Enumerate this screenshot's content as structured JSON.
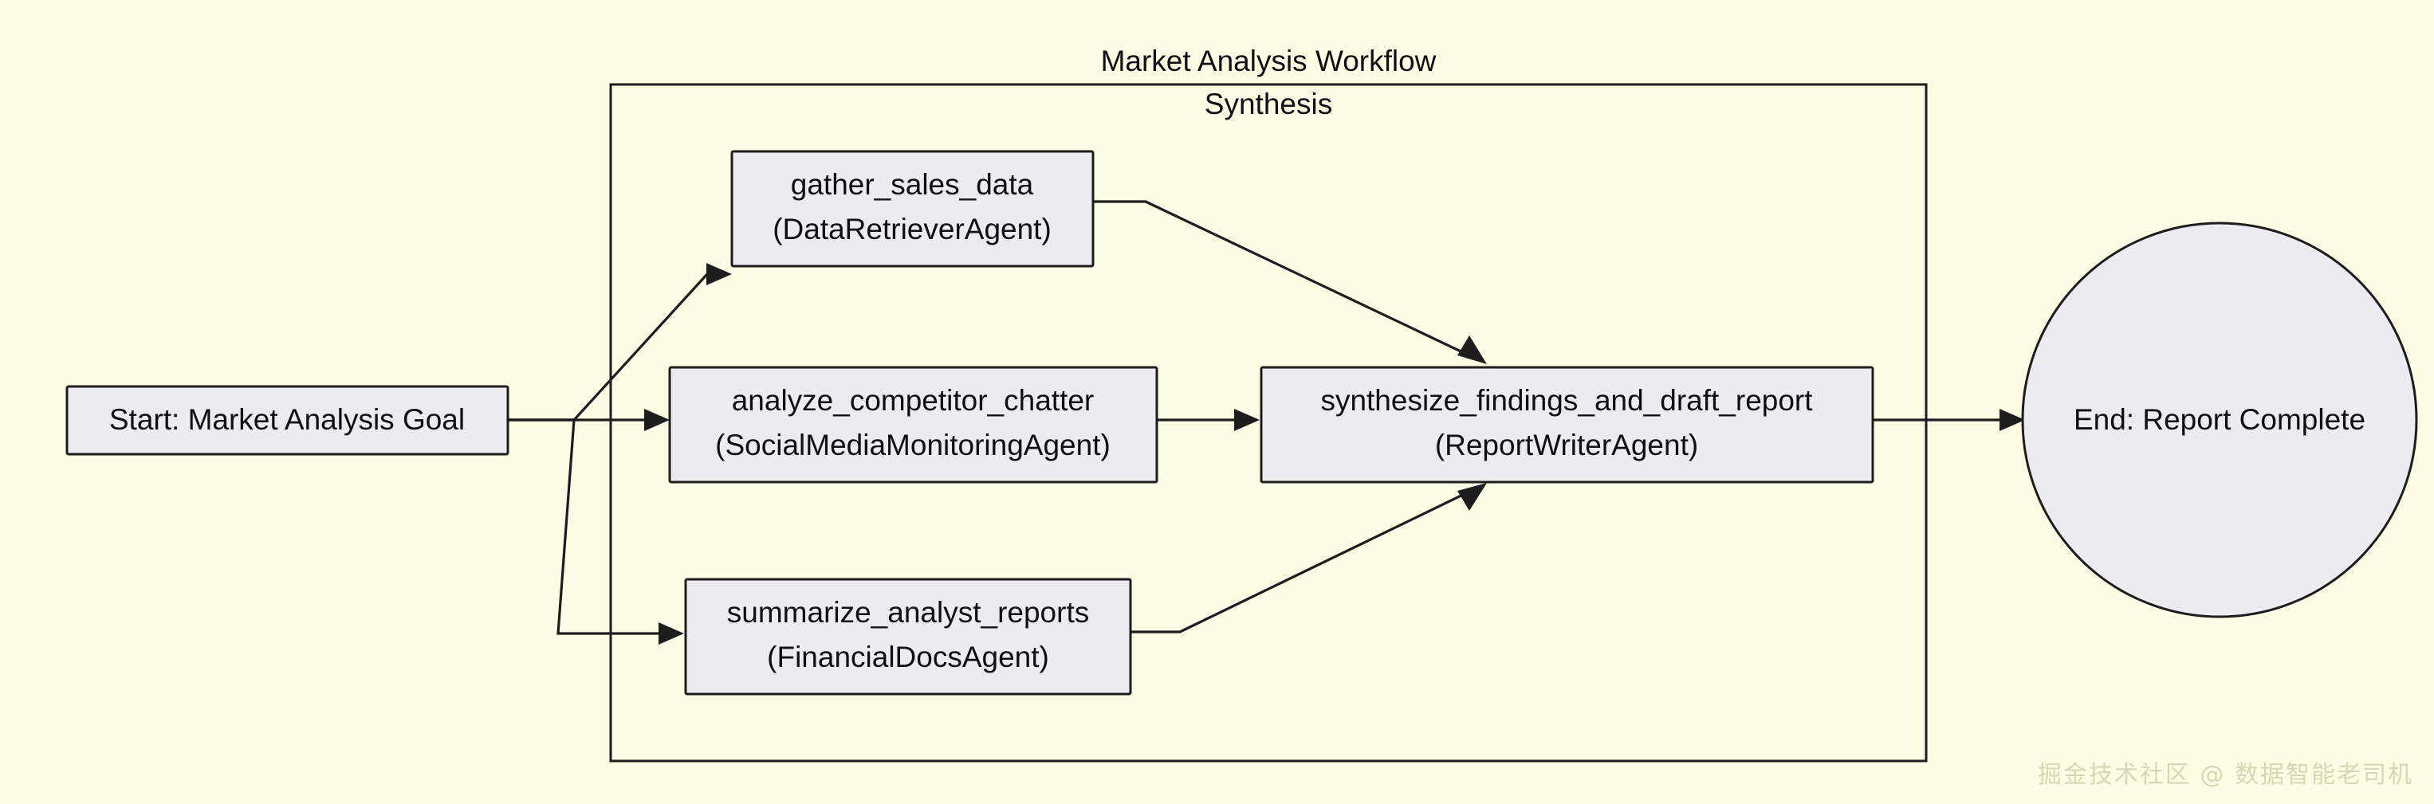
{
  "diagram": {
    "background_color": "#fdfde6",
    "node_fill_color": "#ececf0",
    "stroke_color": "#1d1d1d",
    "text_color": "#101010",
    "subgraph": {
      "title": "Market Analysis Workflow",
      "label": "Synthesis"
    },
    "nodes": [
      {
        "id": "start",
        "shape": "rect",
        "line1": "Start: Market Analysis Goal",
        "line2": ""
      },
      {
        "id": "gather_sales_data",
        "shape": "rect",
        "line1": "gather_sales_data",
        "line2": "(DataRetrieverAgent)"
      },
      {
        "id": "analyze_competitor_chatter",
        "shape": "rect",
        "line1": "analyze_competitor_chatter",
        "line2": "(SocialMediaMonitoringAgent)"
      },
      {
        "id": "summarize_analyst_reports",
        "shape": "rect",
        "line1": "summarize_analyst_reports",
        "line2": "(FinancialDocsAgent)"
      },
      {
        "id": "synthesize_findings_and_draft_report",
        "shape": "rect",
        "line1": "synthesize_findings_and_draft_report",
        "line2": "(ReportWriterAgent)"
      },
      {
        "id": "end",
        "shape": "circle",
        "line1": "End: Report Complete",
        "line2": ""
      }
    ],
    "edges": [
      {
        "from": "start",
        "to": "gather_sales_data",
        "label": ""
      },
      {
        "from": "start",
        "to": "analyze_competitor_chatter",
        "label": ""
      },
      {
        "from": "start",
        "to": "summarize_analyst_reports",
        "label": ""
      },
      {
        "from": "gather_sales_data",
        "to": "synthesize_findings_and_draft_report",
        "label": ""
      },
      {
        "from": "analyze_competitor_chatter",
        "to": "synthesize_findings_and_draft_report",
        "label": ""
      },
      {
        "from": "summarize_analyst_reports",
        "to": "synthesize_findings_and_draft_report",
        "label": ""
      },
      {
        "from": "synthesize_findings_and_draft_report",
        "to": "end",
        "label": ""
      }
    ]
  },
  "watermark": {
    "text": "掘金技术社区 @ 数据智能老司机"
  }
}
